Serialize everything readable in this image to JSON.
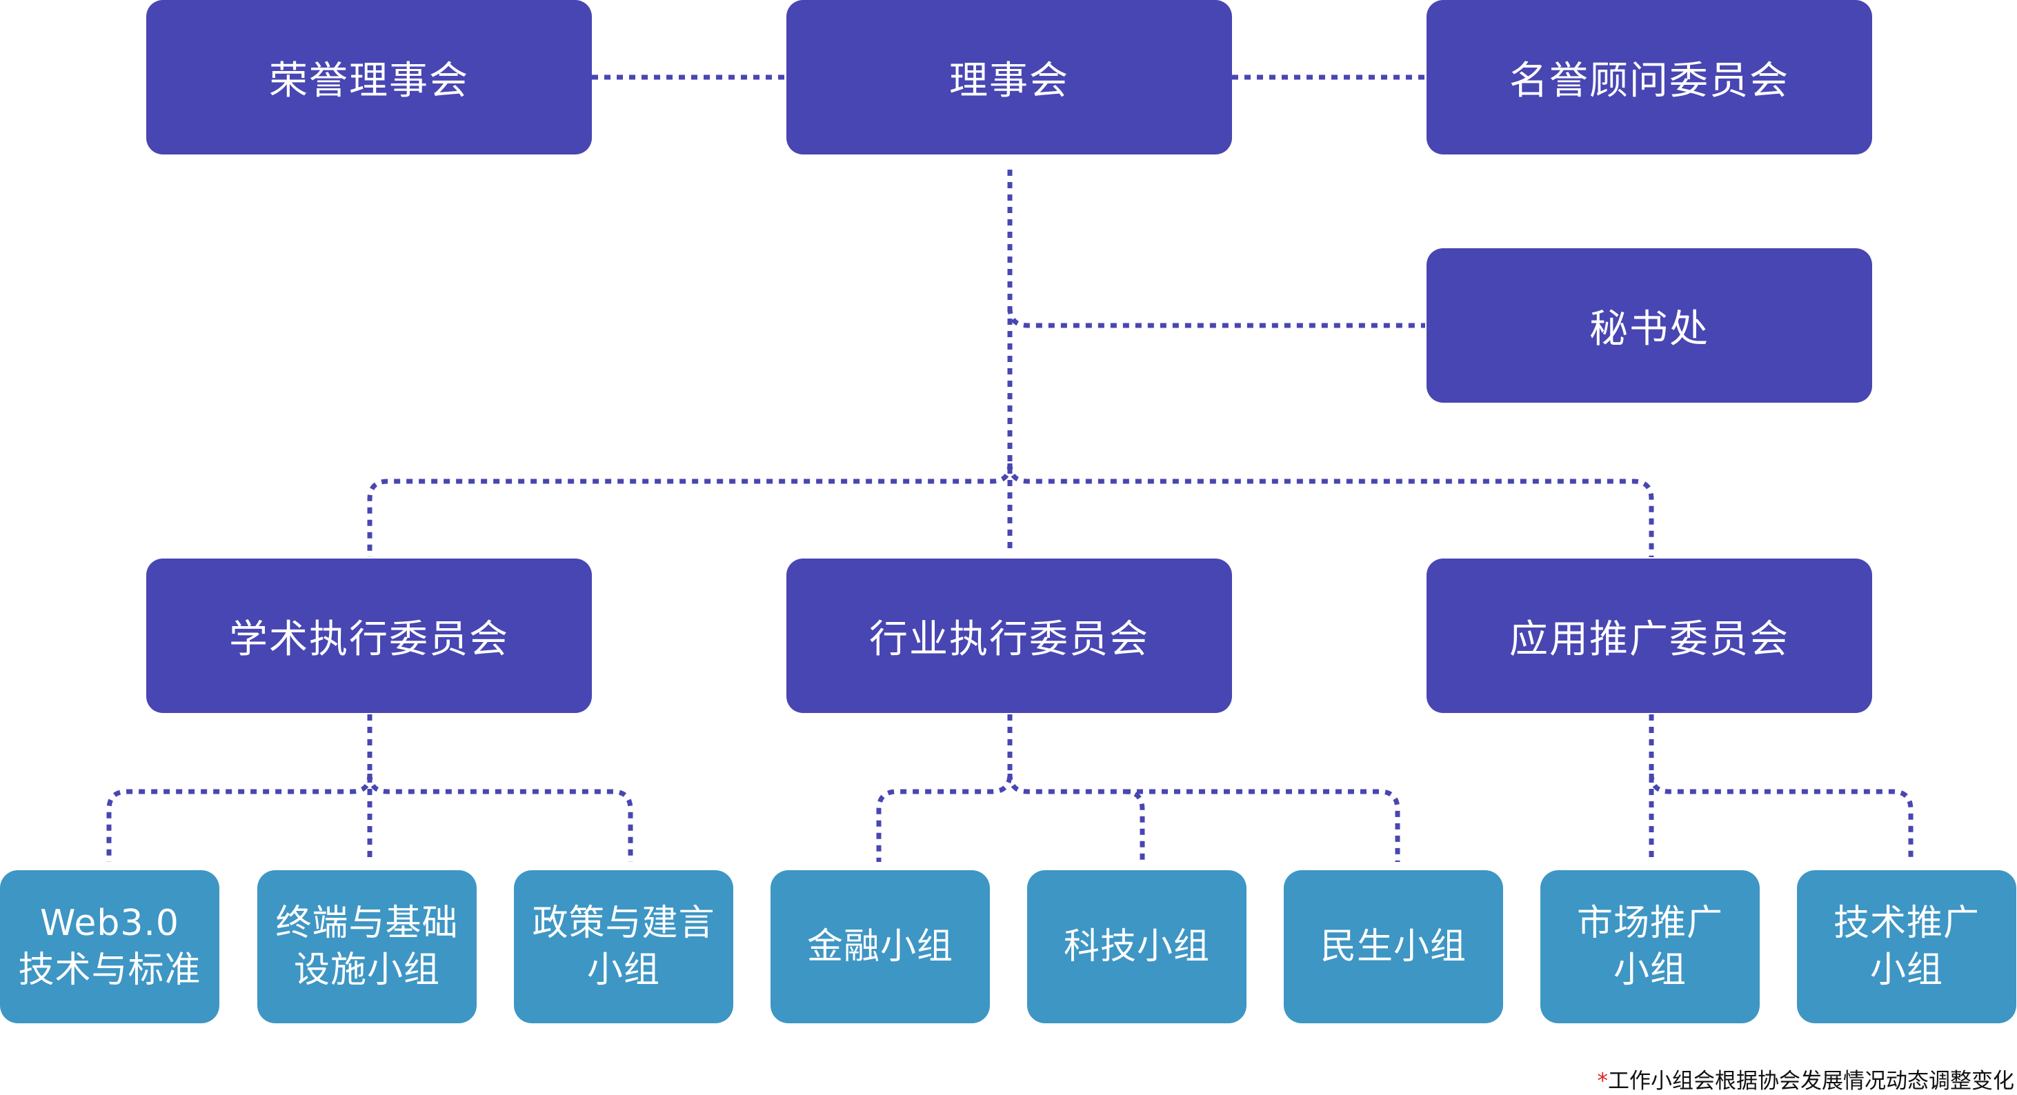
{
  "colors": {
    "primary_box": "#4846b2",
    "group_box": "#3e96c4",
    "connector": "#4846b2",
    "footnote_star": "#e02020"
  },
  "top": {
    "honorary_board": "荣誉理事会",
    "board": "理事会",
    "honorary_advisory": "名誉顾问委员会"
  },
  "secretariat": "秘书处",
  "committees": {
    "academic": "学术执行委员会",
    "industry": "行业执行委员会",
    "application": "应用推广委员会"
  },
  "groups": {
    "web3_standards": "Web3.0\n技术与标准",
    "terminal_infra": "终端与基础\n设施小组",
    "policy_advice": "政策与建言\n小组",
    "finance": "金融小组",
    "technology": "科技小组",
    "livelihood": "民生小组",
    "market_promo": "市场推广\n小组",
    "tech_promo": "技术推广\n小组"
  },
  "footnote": {
    "star": "*",
    "text": "工作小组会根据协会发展情况动态调整变化"
  }
}
